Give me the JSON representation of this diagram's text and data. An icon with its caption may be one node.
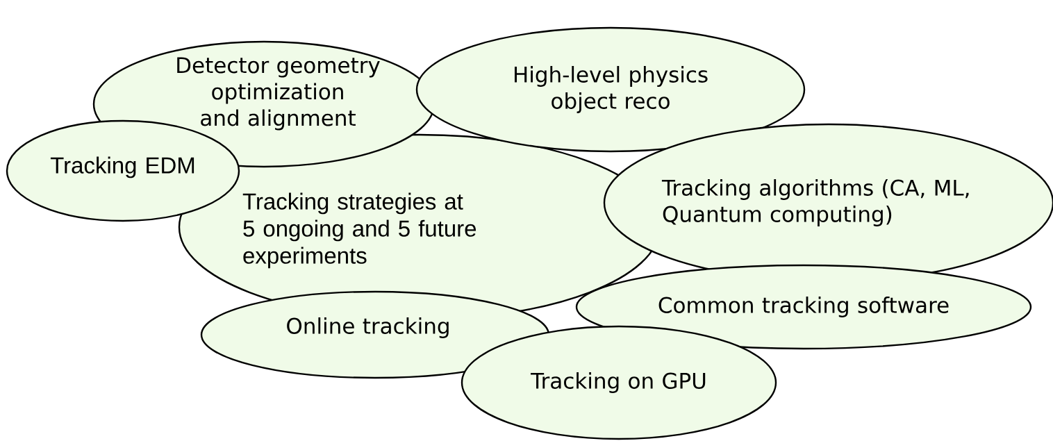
{
  "diagram": {
    "nodes": [
      {
        "text": [
          "Detector geometry optimization and alignment"
        ]
      },
      {
        "text": [
          "High-level physics object reco"
        ]
      },
      {
        "text": [
          "Tracking EDM"
        ]
      },
      {
        "text": [
          "Tracking strategies at 5 ongoing and 5 future experiments"
        ]
      },
      {
        "text": [
          "Tracking algorithms (CA, ML, Quantum computing)"
        ]
      },
      {
        "text": [
          "Common tracking software"
        ]
      },
      {
        "text": [
          "Online tracking"
        ]
      },
      {
        "text": [
          "Tracking on GPU"
        ]
      }
    ]
  }
}
